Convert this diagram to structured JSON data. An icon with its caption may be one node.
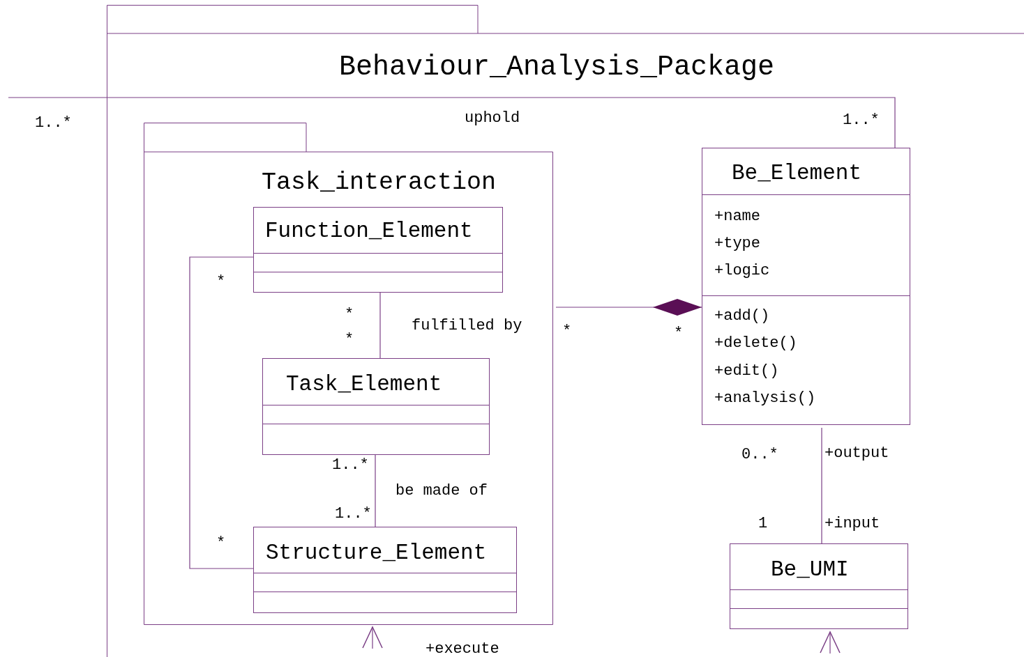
{
  "diagram": {
    "nodes": [
      {
        "text": [
          "Behaviour_Analysis_Package"
        ]
      },
      {
        "text": [
          "Task_interaction"
        ],
        "in": 0
      },
      {
        "text": [
          "Function_Element"
        ],
        "in": 1
      },
      {
        "text": [
          "Task_Element"
        ],
        "in": 1
      },
      {
        "text": [
          "Structure_Element"
        ],
        "in": 1
      },
      {
        "text": [
          "Be_Element",
          "+name",
          "+type",
          "+logic",
          "+add()",
          "+delete()",
          "+edit()",
          "+analysis()"
        ],
        "in": 0
      },
      {
        "text": [
          "Be_UMI"
        ],
        "in": 0
      }
    ],
    "edges": [
      {
        "from": 2,
        "to": 3,
        "arrow": "none",
        "label": "fulfilled by"
      },
      {
        "from": 3,
        "to": 4,
        "arrow": "none",
        "label": "be made of"
      },
      {
        "from": 2,
        "to": 4,
        "arrow": "none"
      },
      {
        "from": 1,
        "to": 5,
        "arrow": "other"
      },
      {
        "from": 5,
        "to": 6,
        "arrow": "none"
      },
      {
        "from": null,
        "to": 5,
        "arrow": "none",
        "label": "uphold"
      },
      {
        "from": null,
        "to": 1,
        "arrow": "to",
        "label": "+execute"
      },
      {
        "from": null,
        "to": 6,
        "arrow": "to"
      }
    ],
    "labels": [
      "1..*",
      "1..*",
      "*",
      "*",
      "*",
      "*",
      "*",
      "0..*",
      "+output",
      "1..*",
      "1..*",
      "1",
      "+input",
      "*"
    ]
  }
}
